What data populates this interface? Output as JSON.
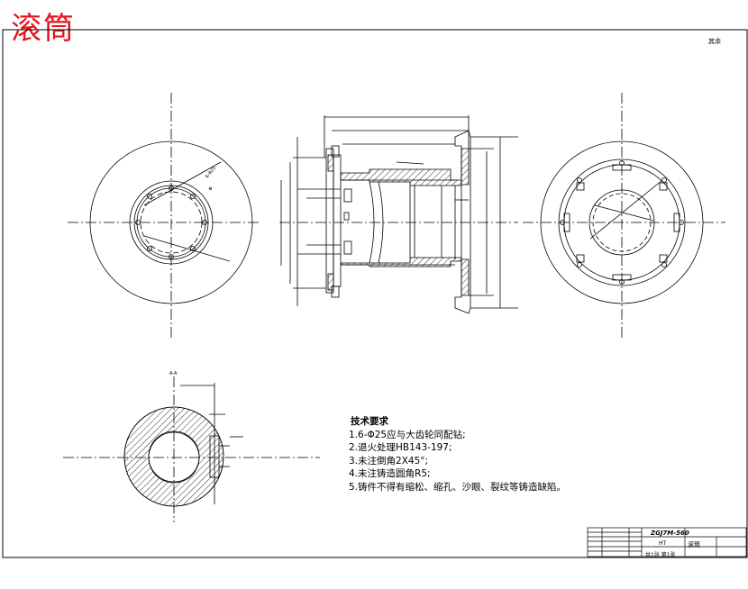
{
  "title": "滚筒",
  "roughness_note": "其余",
  "section_label": "A-A",
  "tech_requirements": {
    "heading": "技术要求",
    "items": [
      "1.6-Φ25应与大齿轮同配钻;",
      "2.退火处理HB143-197;",
      "3.未注倒角2X45°;",
      "4.未注铸造圆角R5;",
      "5.铸件不得有缩松、缩孔、沙眼、裂纹等铸造缺陷。"
    ]
  },
  "title_block": {
    "drawing_code": "ZGJ7M-560",
    "material": "HT",
    "part_name": "滚筒",
    "sheet": "共1张 第1张"
  },
  "colors": {
    "title": "#e8121f",
    "lines": "#000000"
  }
}
